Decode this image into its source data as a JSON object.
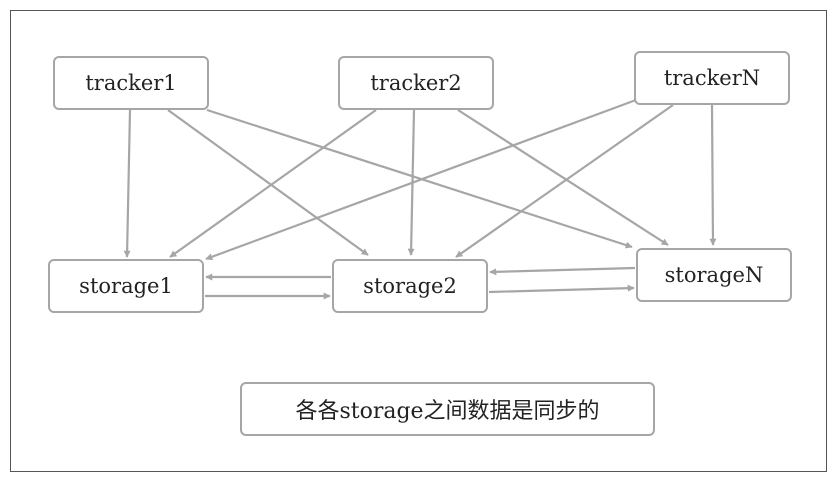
{
  "nodes": {
    "tracker1": "tracker1",
    "tracker2": "tracker2",
    "trackerN": "trackerN",
    "storage1": "storage1",
    "storage2": "storage2",
    "storageN": "storageN"
  },
  "note": "各各storage之间数据是同步的",
  "edges": [
    {
      "from": "tracker1",
      "to": "storage1"
    },
    {
      "from": "tracker1",
      "to": "storage2"
    },
    {
      "from": "tracker1",
      "to": "storageN"
    },
    {
      "from": "tracker2",
      "to": "storage1"
    },
    {
      "from": "tracker2",
      "to": "storage2"
    },
    {
      "from": "tracker2",
      "to": "storageN"
    },
    {
      "from": "trackerN",
      "to": "storage1"
    },
    {
      "from": "trackerN",
      "to": "storage2"
    },
    {
      "from": "trackerN",
      "to": "storageN"
    },
    {
      "from": "storage1",
      "to": "storage2"
    },
    {
      "from": "storage2",
      "to": "storage1"
    },
    {
      "from": "storage2",
      "to": "storageN"
    },
    {
      "from": "storageN",
      "to": "storage2"
    }
  ],
  "colors": {
    "edge": "#a6a6a6",
    "node_border": "#a6a6a6",
    "frame_border": "#555555",
    "text": "#222222"
  }
}
